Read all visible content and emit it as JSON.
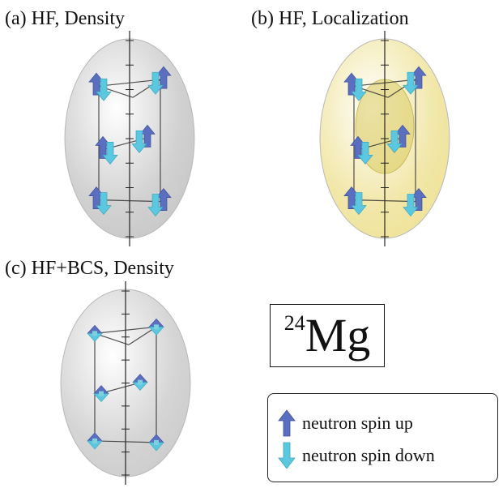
{
  "panels": [
    {
      "label": "(a) HF, Density",
      "surface": "#c9c9c9",
      "inner": false
    },
    {
      "label": "(b) HF, Localization",
      "surface": "#efe39a",
      "inner": true
    },
    {
      "label": "(c) HF+BCS, Density",
      "surface": "#cdcdcd",
      "inner": false
    }
  ],
  "nucleus": {
    "mass_number": "24",
    "element": "Mg"
  },
  "legend": {
    "up_label": "neutron spin up",
    "down_label": "neutron spin down",
    "up_color": "#5b6fc0",
    "down_color": "#5cc8e0"
  }
}
